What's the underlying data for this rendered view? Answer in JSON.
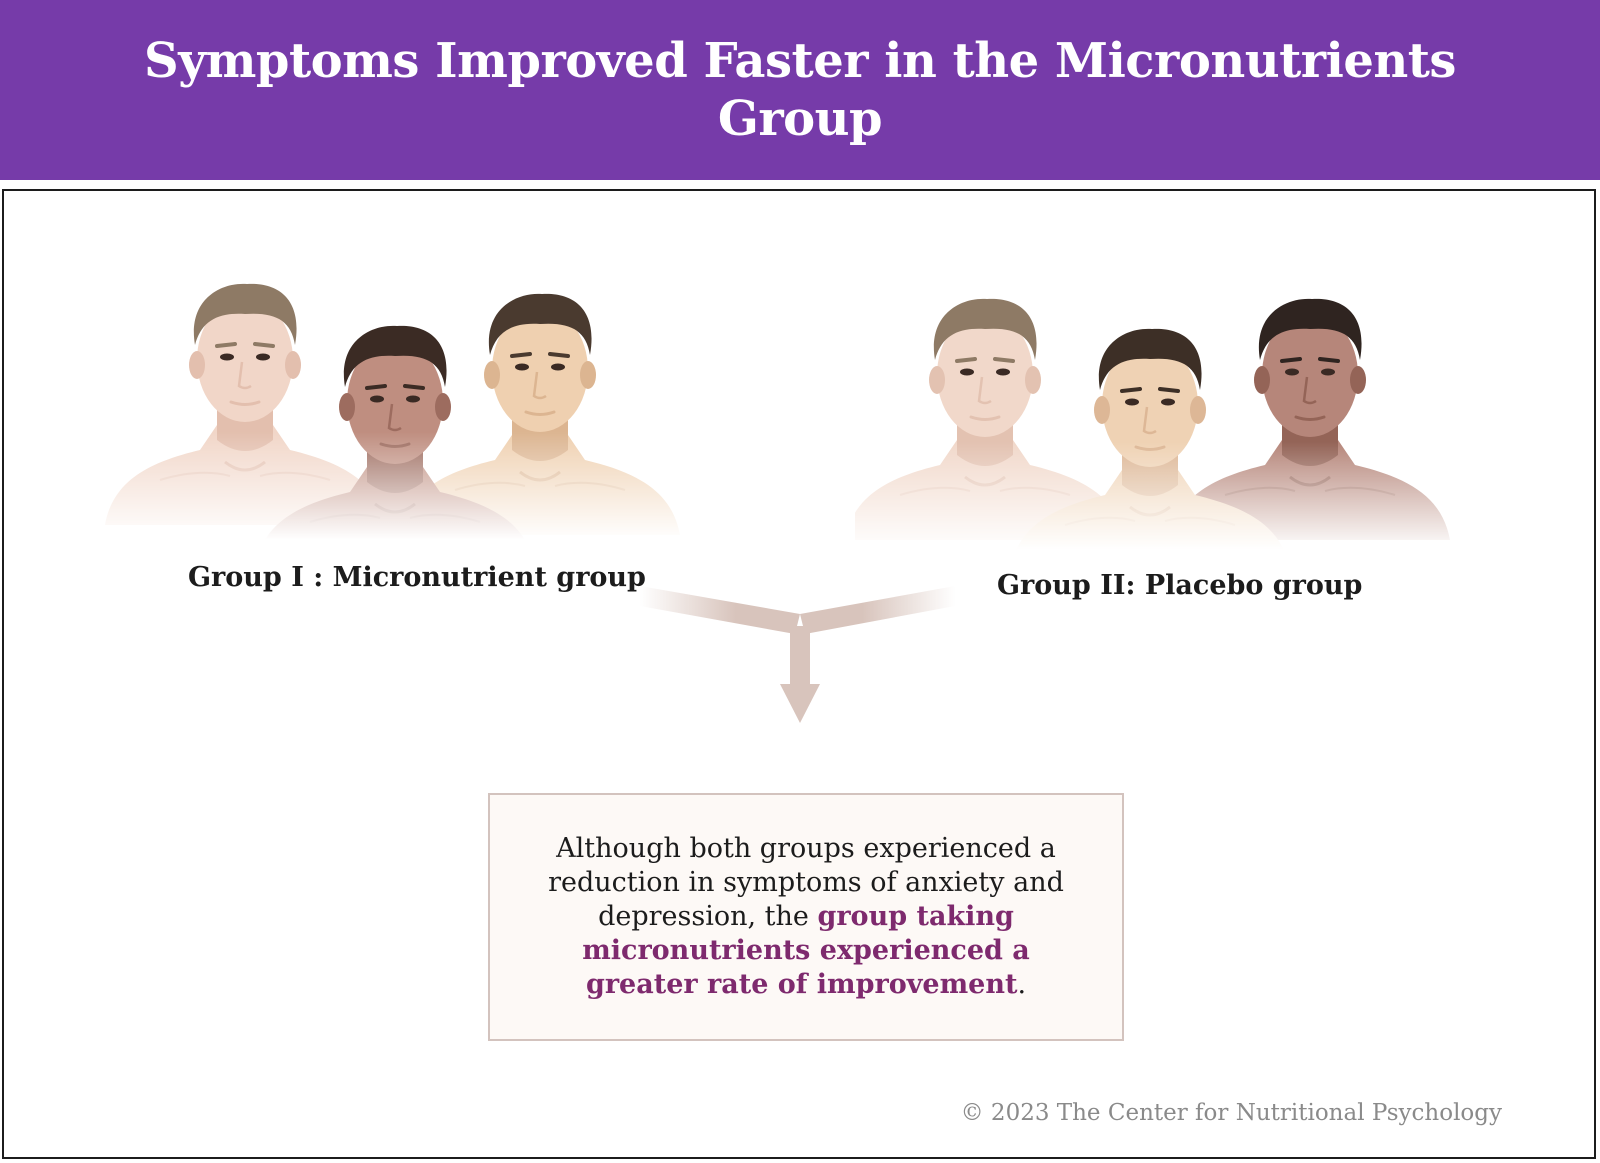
{
  "title": "Symptoms Improved Faster in the Micronutrients Group",
  "groups": [
    {
      "label": "Group I : Micronutrient group",
      "people": [
        {
          "skin": "#f1d6c8",
          "shade": "#e3bfae",
          "hair": "#8e7a65",
          "icon": "person-illustration"
        },
        {
          "skin": "#bf8e80",
          "shade": "#9d6c5f",
          "hair": "#3b2b24",
          "icon": "person-illustration"
        },
        {
          "skin": "#efd0b0",
          "shade": "#dcb591",
          "hair": "#4a3a2f",
          "icon": "person-illustration"
        }
      ]
    },
    {
      "label": "Group II: Placebo group",
      "people": [
        {
          "skin": "#f1d8ca",
          "shade": "#e3c2b1",
          "hair": "#8e7a65",
          "icon": "person-illustration"
        },
        {
          "skin": "#efd2b4",
          "shade": "#ddb796",
          "hair": "#3d2f26",
          "icon": "person-illustration"
        },
        {
          "skin": "#b6867a",
          "shade": "#946457",
          "hair": "#2f2420",
          "icon": "person-illustration"
        }
      ]
    }
  ],
  "result": {
    "text_before": "Although both groups experienced a reduction in symptoms of anxiety and depression, the ",
    "text_highlight": "group taking micronutrients experienced a greater rate of improvement",
    "text_after": "."
  },
  "copyright": "© 2023 The Center for Nutritional Psychology",
  "colors": {
    "header": "#763ba9",
    "highlight": "#7e2a6e",
    "arrow": "#d8c4bc",
    "note_border": "#d3c3be"
  },
  "icons": {
    "arrow": "merge-arrow-icon"
  }
}
